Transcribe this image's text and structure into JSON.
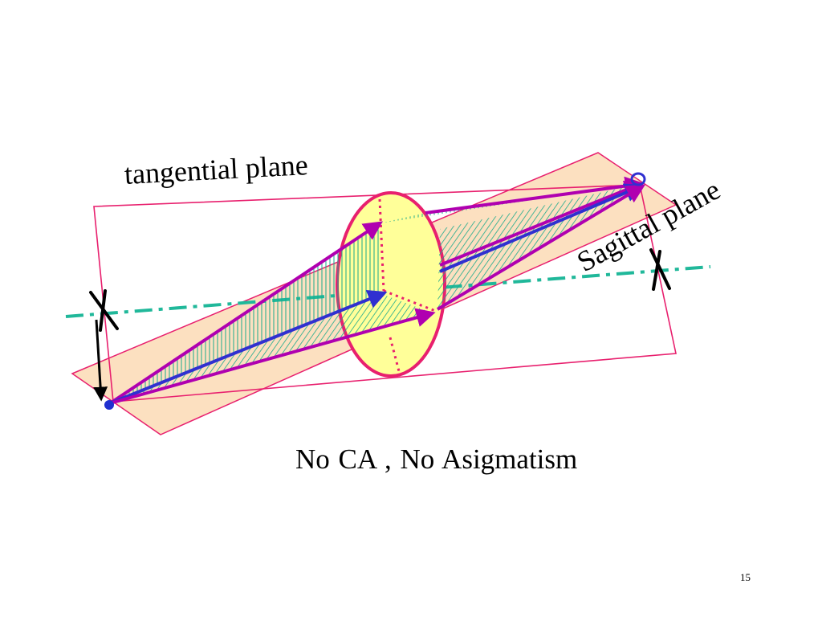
{
  "slide": {
    "tangential_label": "tangential plane",
    "sagittal_label": "Sagittal  plane",
    "caption": "No  CA ,  No Asigmatism",
    "page_number": "15"
  },
  "colors": {
    "plane_fill": "#fce0c0",
    "plane_outline": "#e8206e",
    "lens_fill": "#ffff99",
    "lens_outline": "#e8206e",
    "hatch": "#1aaa8c",
    "ray_magenta": "#b000b0",
    "ray_blue": "#3030d0",
    "axis": "#20b89a",
    "object_point": "#2030d0"
  }
}
